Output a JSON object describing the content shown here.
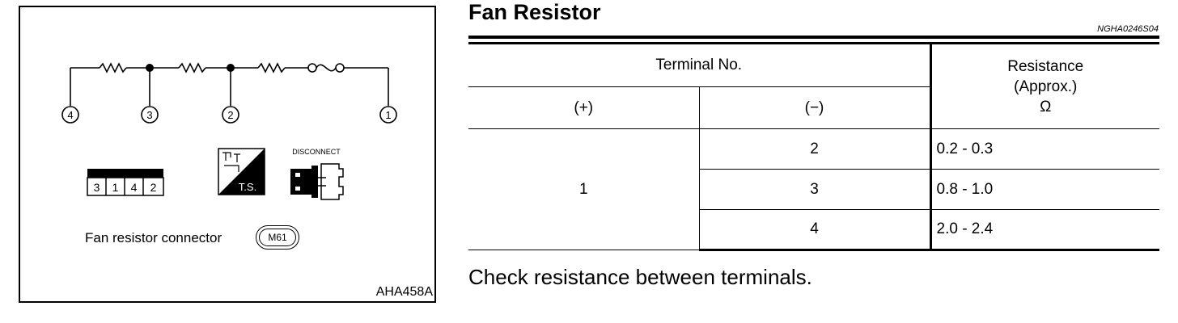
{
  "figure": {
    "terminals": [
      "4",
      "3",
      "2",
      "1"
    ],
    "connector_pins": [
      "3",
      "1",
      "4",
      "2"
    ],
    "ts_label": "T.S.",
    "disconnect_label": "DISCONNECT",
    "connector_label": "Fan resistor connector",
    "connector_code": "M61",
    "figure_code": "AHA458A",
    "icons": [
      "resistor-symbol",
      "fuse-symbol",
      "test-set-icon",
      "disconnect-connector-icon"
    ]
  },
  "section": {
    "title": "Fan Resistor",
    "code": "NGHA0246S04"
  },
  "table": {
    "header_terminal": "Terminal No.",
    "header_plus": "(+)",
    "header_minus": "(−)",
    "header_resistance": "Resistance\n(Approx.)\nΩ",
    "plus_terminal": "1",
    "rows": [
      {
        "minus": "2",
        "resistance": "0.2 - 0.3"
      },
      {
        "minus": "3",
        "resistance": "0.8 - 1.0"
      },
      {
        "minus": "4",
        "resistance": "2.0 - 2.4"
      }
    ]
  },
  "note": "Check resistance between terminals."
}
